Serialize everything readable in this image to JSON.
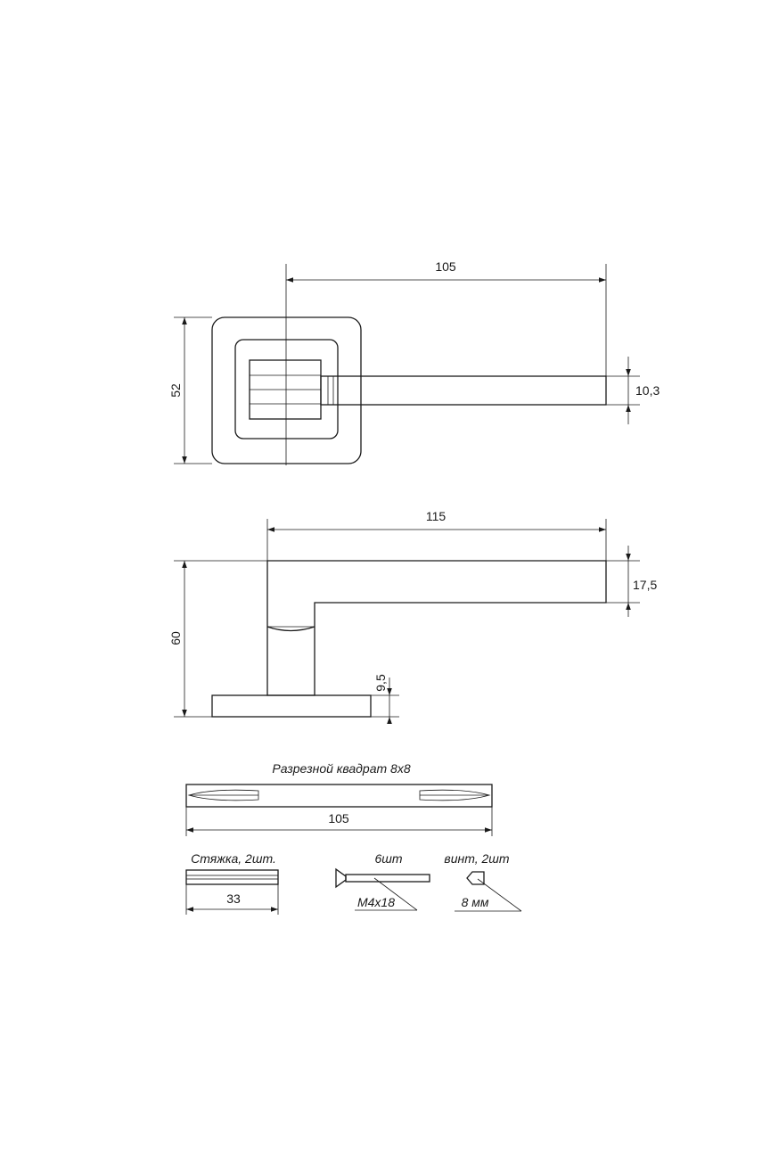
{
  "top_view": {
    "length_label": "105",
    "rosette_label": "52",
    "lever_thickness_label": "10,3"
  },
  "side_view": {
    "length_label": "115",
    "height_label": "60",
    "lever_height_label": "17,5",
    "base_label": "9,5"
  },
  "spindle": {
    "title": "Разрезной квадрат 8x8",
    "length_label": "105"
  },
  "accessories": {
    "tie_title": "Стяжка, 2шт.",
    "tie_length_label": "33",
    "bolt_title": "6шт",
    "bolt_size_label": "М4х18",
    "grub_title": "винт, 2шт",
    "grub_size_label": "8 мм"
  }
}
